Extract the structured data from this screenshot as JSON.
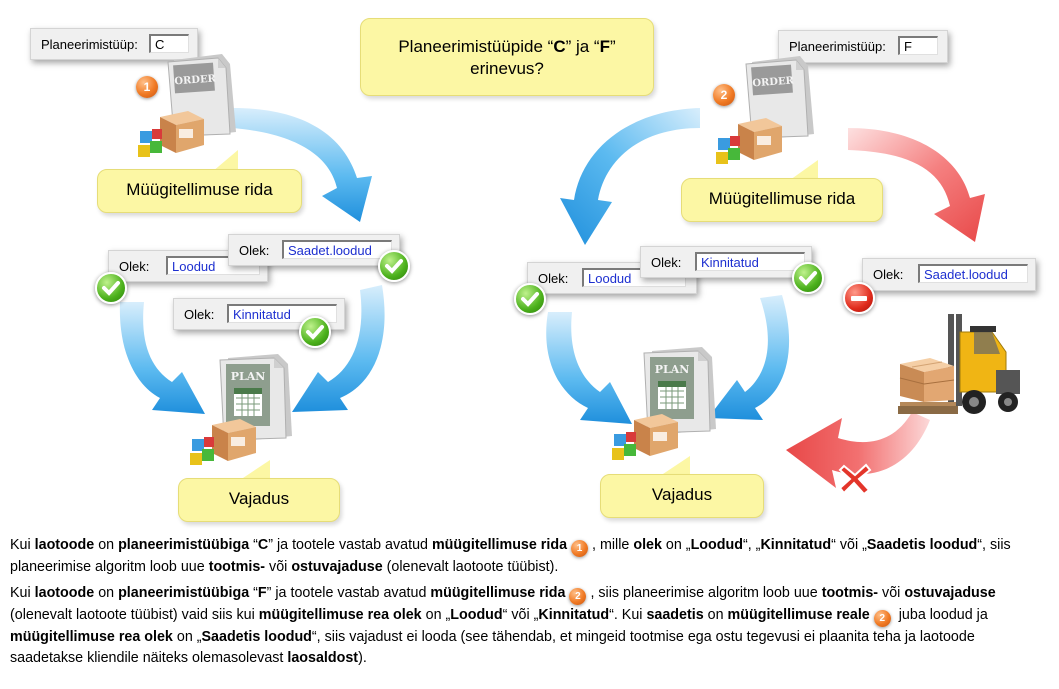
{
  "question": {
    "line1_pre": "Planeerimistüüpide “",
    "line1_c": "C",
    "line1_mid": "” ja “",
    "line1_f": "F",
    "line1_post": "”",
    "line2": "erinevus?"
  },
  "left": {
    "planning_type_label": "Planeerimistüüp:",
    "planning_type_value": "C",
    "badge": "1",
    "order_doc_label": "ORDER",
    "callout_order_line": "Müügitellimuse rida",
    "status_boxes": [
      {
        "label": "Olek:",
        "value": "Loodud"
      },
      {
        "label": "Olek:",
        "value": "Saadet.loodud"
      },
      {
        "label": "Olek:",
        "value": "Kinnitatud"
      }
    ],
    "plan_doc_label": "PLAN",
    "callout_demand": "Vajadus"
  },
  "right": {
    "planning_type_label": "Planeerimistüüp:",
    "planning_type_value": "F",
    "badge": "2",
    "order_doc_label": "ORDER",
    "callout_order_line": "Müügitellimuse rida",
    "status_boxes": [
      {
        "label": "Olek:",
        "value": "Loodud"
      },
      {
        "label": "Olek:",
        "value": "Kinnitatud"
      },
      {
        "label": "Olek:",
        "value": "Saadet.loodud"
      }
    ],
    "plan_doc_label": "PLAN",
    "callout_demand": "Vajadus"
  },
  "colors": {
    "callout_fill": "#fcf7a4",
    "arrow_blue": "#2ea3e8",
    "arrow_red": "#f25b5b",
    "badge_orange": "#f07a24",
    "check_green": "#4cb11c",
    "stop_red": "#e02b1c",
    "field_value_blue": "#1d2fd0"
  },
  "icons": [
    "order-document-icon",
    "plan-document-icon",
    "boxes-icon",
    "forklift-icon",
    "checkmark-icon",
    "stop-icon",
    "cross-icon",
    "arrow-icon"
  ],
  "text": {
    "p1": [
      {
        "t": "Kui ",
        "b": false
      },
      {
        "t": "laotoode",
        "b": true
      },
      {
        "t": " on ",
        "b": false
      },
      {
        "t": "planeerimistüübiga",
        "b": true
      },
      {
        "t": " “",
        "b": false
      },
      {
        "t": "C",
        "b": true
      },
      {
        "t": "” ja tootele vastab avatud ",
        "b": false
      },
      {
        "t": "müügitellimuse rida",
        "b": true
      },
      {
        "badge": "1"
      },
      {
        "t": ", mille ",
        "b": false
      },
      {
        "t": "olek",
        "b": true
      },
      {
        "t": " on „",
        "b": false
      },
      {
        "t": "Loodud",
        "b": true
      },
      {
        "t": "“, „",
        "b": false
      },
      {
        "t": "Kinnitatud",
        "b": true
      },
      {
        "t": "“ või „",
        "b": false
      },
      {
        "t": "Saadetis loodud",
        "b": true
      },
      {
        "t": "“, siis planeerimise algoritm loob uue ",
        "b": false
      },
      {
        "t": "tootmis-",
        "b": true
      },
      {
        "t": " või ",
        "b": false
      },
      {
        "t": "ostuvajaduse",
        "b": true
      },
      {
        "t": " (olenevalt laotoote tüübist).",
        "b": false
      }
    ],
    "p2": [
      {
        "t": "Kui ",
        "b": false
      },
      {
        "t": "laotoode",
        "b": true
      },
      {
        "t": " on ",
        "b": false
      },
      {
        "t": "planeerimistüübiga",
        "b": true
      },
      {
        "t": " “",
        "b": false
      },
      {
        "t": "F",
        "b": true
      },
      {
        "t": "” ja tootele vastab avatud ",
        "b": false
      },
      {
        "t": "müügitellimuse rida",
        "b": true
      },
      {
        "badge": "2"
      },
      {
        "t": ", siis planeerimise algoritm loob uue ",
        "b": false
      },
      {
        "t": "tootmis-",
        "b": true
      },
      {
        "t": " või ",
        "b": false
      },
      {
        "t": "ostuvajaduse",
        "b": true
      },
      {
        "t": " (olenevalt laotoote tüübist) vaid siis kui ",
        "b": false
      },
      {
        "t": "müügitellimuse rea olek",
        "b": true
      },
      {
        "t": " on „",
        "b": false
      },
      {
        "t": "Loodud",
        "b": true
      },
      {
        "t": "“ või „",
        "b": false
      },
      {
        "t": "Kinnitatud",
        "b": true
      },
      {
        "t": "“. Kui ",
        "b": false
      },
      {
        "t": "saadetis",
        "b": true
      },
      {
        "t": " on ",
        "b": false
      },
      {
        "t": "müügitellimuse reale",
        "b": true
      },
      {
        "badge": "2"
      },
      {
        "t": " juba loodud ja ",
        "b": false
      },
      {
        "t": "müügitellimuse rea olek",
        "b": true
      },
      {
        "t": " on „",
        "b": false
      },
      {
        "t": "Saadetis loodud",
        "b": true
      },
      {
        "t": "“, siis vajadust ei looda (see tähendab, et mingeid tootmise ega ostu tegevusi ei plaanita teha ja laotoode saadetakse kliendile näiteks olemasolevast ",
        "b": false
      },
      {
        "t": "laosaldost",
        "b": true
      },
      {
        "t": ").",
        "b": false
      }
    ]
  }
}
